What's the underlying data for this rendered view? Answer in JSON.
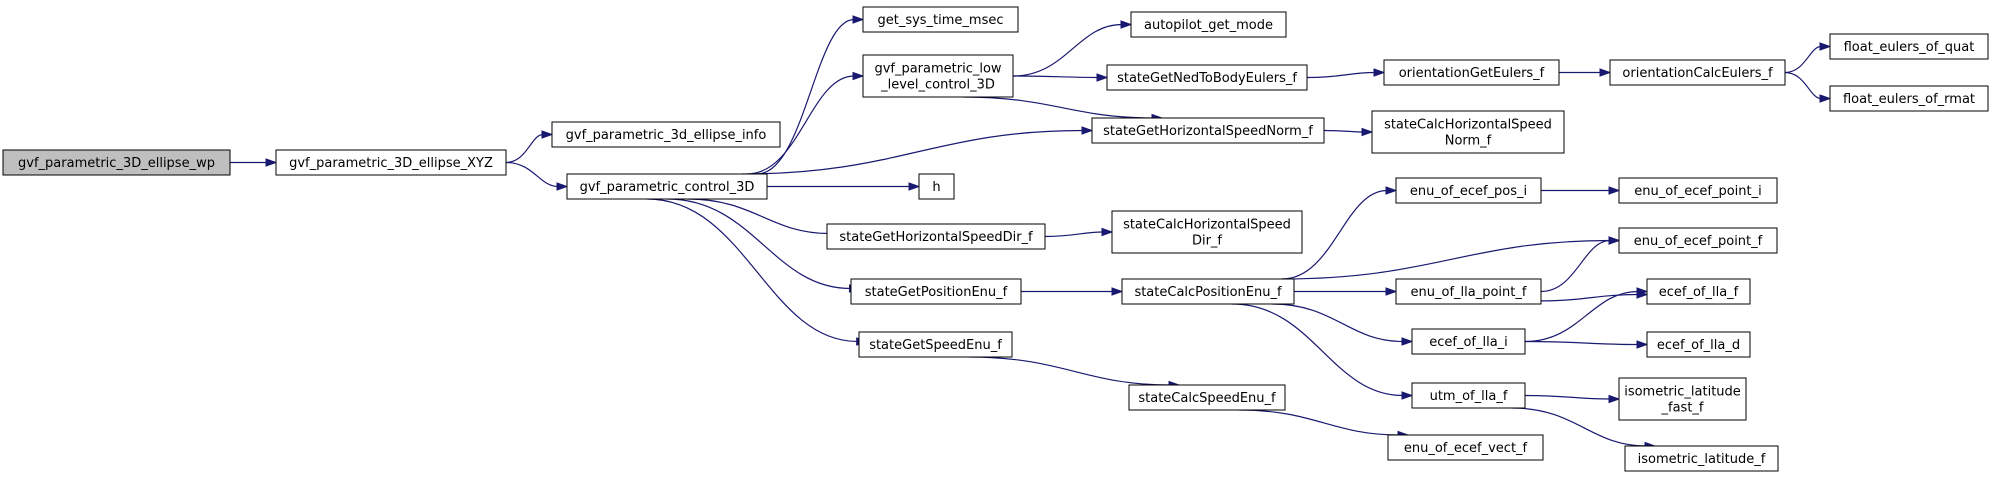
{
  "graph": {
    "edge_color": "#191970",
    "root_fill": "#bfbfbf",
    "nodes": [
      {
        "id": "root",
        "lines": [
          "gvf_parametric_3D_ellipse_wp"
        ],
        "root": true
      },
      {
        "id": "xyz",
        "lines": [
          "gvf_parametric_3D_ellipse_XYZ"
        ]
      },
      {
        "id": "info",
        "lines": [
          "gvf_parametric_3d_ellipse_info"
        ]
      },
      {
        "id": "ctrl",
        "lines": [
          "gvf_parametric_control_3D"
        ]
      },
      {
        "id": "systime",
        "lines": [
          "get_sys_time_msec"
        ]
      },
      {
        "id": "lowlevel",
        "lines": [
          "gvf_parametric_low",
          "_level_control_3D"
        ]
      },
      {
        "id": "h",
        "lines": [
          "h"
        ]
      },
      {
        "id": "hsdir",
        "lines": [
          "stateGetHorizontalSpeedDir_f"
        ]
      },
      {
        "id": "posenu",
        "lines": [
          "stateGetPositionEnu_f"
        ]
      },
      {
        "id": "speedenu",
        "lines": [
          "stateGetSpeedEnu_f"
        ]
      },
      {
        "id": "apmode",
        "lines": [
          "autopilot_get_mode"
        ]
      },
      {
        "id": "ned2body",
        "lines": [
          "stateGetNedToBodyEulers_f"
        ]
      },
      {
        "id": "hsnorm",
        "lines": [
          "stateGetHorizontalSpeedNorm_f"
        ]
      },
      {
        "id": "calchsdir",
        "lines": [
          "stateCalcHorizontalSpeed",
          "Dir_f"
        ]
      },
      {
        "id": "calcpos",
        "lines": [
          "stateCalcPositionEnu_f"
        ]
      },
      {
        "id": "calcspeed",
        "lines": [
          "stateCalcSpeedEnu_f"
        ]
      },
      {
        "id": "orieuler",
        "lines": [
          "orientationGetEulers_f"
        ]
      },
      {
        "id": "calchsnorm",
        "lines": [
          "stateCalcHorizontalSpeed",
          "Norm_f"
        ]
      },
      {
        "id": "enuecefposi",
        "lines": [
          "enu_of_ecef_pos_i"
        ]
      },
      {
        "id": "enullapt",
        "lines": [
          "enu_of_lla_point_f"
        ]
      },
      {
        "id": "eceflla_i",
        "lines": [
          "ecef_of_lla_i"
        ]
      },
      {
        "id": "utm",
        "lines": [
          "utm_of_lla_f"
        ]
      },
      {
        "id": "enuecefvect",
        "lines": [
          "enu_of_ecef_vect_f"
        ]
      },
      {
        "id": "oricalc",
        "lines": [
          "orientationCalcEulers_f"
        ]
      },
      {
        "id": "enuecefpti",
        "lines": [
          "enu_of_ecef_point_i"
        ]
      },
      {
        "id": "enuecefptf",
        "lines": [
          "enu_of_ecef_point_f"
        ]
      },
      {
        "id": "eceflla_f",
        "lines": [
          "ecef_of_lla_f"
        ]
      },
      {
        "id": "eceflla_d",
        "lines": [
          "ecef_of_lla_d"
        ]
      },
      {
        "id": "isolatfast",
        "lines": [
          "isometric_latitude",
          "_fast_f"
        ]
      },
      {
        "id": "isolat",
        "lines": [
          "isometric_latitude_f"
        ]
      },
      {
        "id": "quat",
        "lines": [
          "float_eulers_of_quat"
        ]
      },
      {
        "id": "rmat",
        "lines": [
          "float_eulers_of_rmat"
        ]
      }
    ],
    "edges": [
      [
        "root",
        "xyz"
      ],
      [
        "xyz",
        "info"
      ],
      [
        "xyz",
        "ctrl"
      ],
      [
        "ctrl",
        "systime"
      ],
      [
        "ctrl",
        "lowlevel"
      ],
      [
        "ctrl",
        "hsnorm"
      ],
      [
        "ctrl",
        "h"
      ],
      [
        "ctrl",
        "hsdir"
      ],
      [
        "ctrl",
        "posenu"
      ],
      [
        "ctrl",
        "speedenu"
      ],
      [
        "lowlevel",
        "apmode"
      ],
      [
        "lowlevel",
        "ned2body"
      ],
      [
        "lowlevel",
        "hsnorm"
      ],
      [
        "ned2body",
        "orieuler"
      ],
      [
        "orieuler",
        "oricalc"
      ],
      [
        "oricalc",
        "quat"
      ],
      [
        "oricalc",
        "rmat"
      ],
      [
        "hsnorm",
        "calchsnorm"
      ],
      [
        "hsdir",
        "calchsdir"
      ],
      [
        "posenu",
        "calcpos"
      ],
      [
        "calcpos",
        "enuecefposi"
      ],
      [
        "calcpos",
        "enuecefptf"
      ],
      [
        "calcpos",
        "enullapt"
      ],
      [
        "calcpos",
        "eceflla_i"
      ],
      [
        "calcpos",
        "utm"
      ],
      [
        "enuecefposi",
        "enuecefpti"
      ],
      [
        "enullapt",
        "enuecefptf"
      ],
      [
        "enullapt",
        "eceflla_f"
      ],
      [
        "eceflla_i",
        "eceflla_f"
      ],
      [
        "eceflla_i",
        "eceflla_d"
      ],
      [
        "utm",
        "isolatfast"
      ],
      [
        "utm",
        "isolat"
      ],
      [
        "speedenu",
        "calcspeed"
      ],
      [
        "calcspeed",
        "enuecefvect"
      ]
    ]
  }
}
